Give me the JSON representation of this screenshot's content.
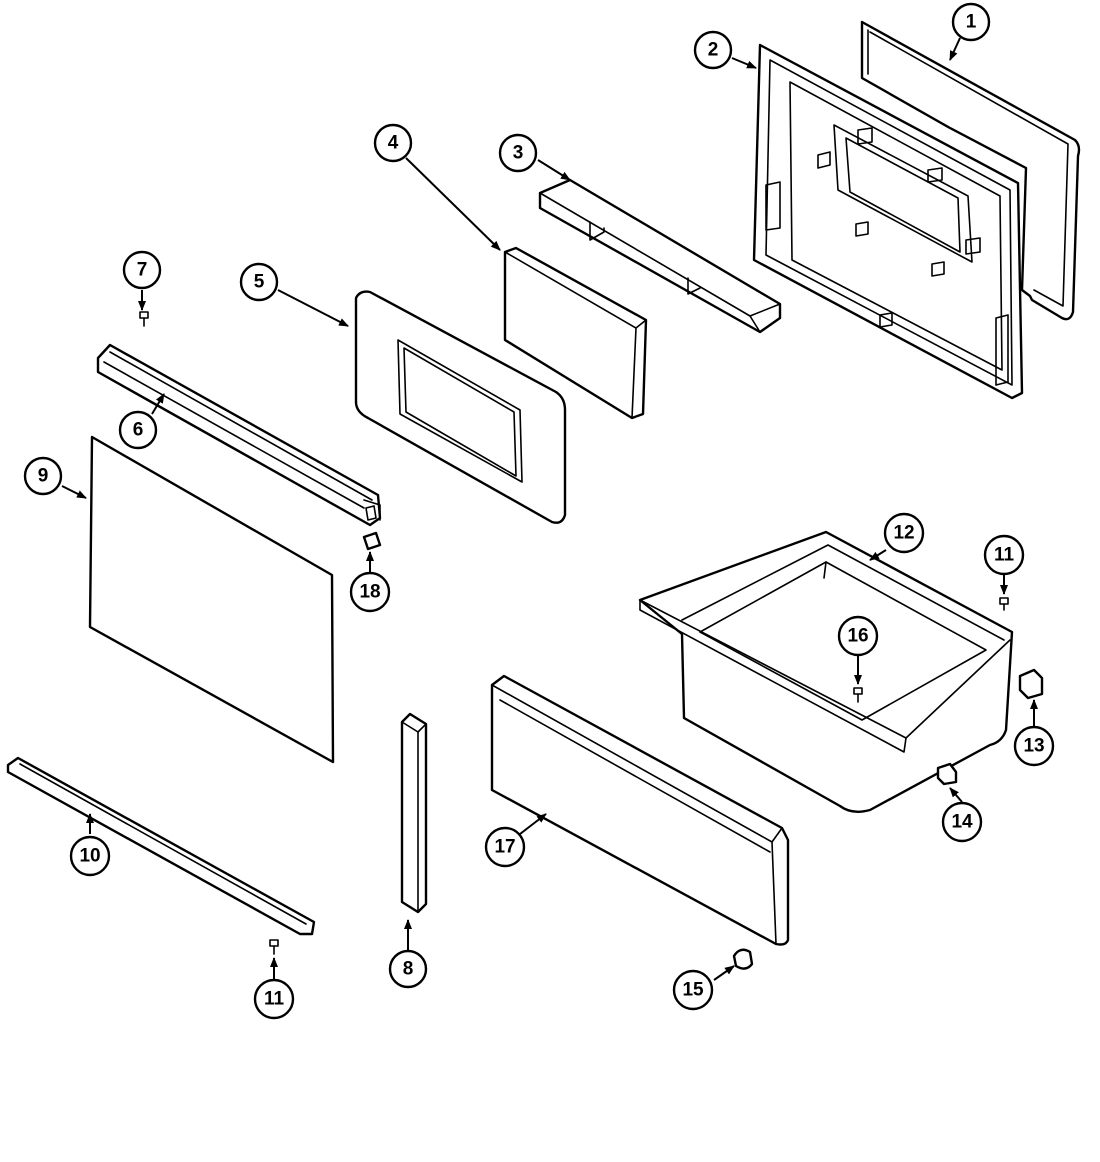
{
  "diagram": {
    "callouts": [
      {
        "id": "c1",
        "label": "1"
      },
      {
        "id": "c2",
        "label": "2"
      },
      {
        "id": "c3",
        "label": "3"
      },
      {
        "id": "c4",
        "label": "4"
      },
      {
        "id": "c5",
        "label": "5"
      },
      {
        "id": "c6",
        "label": "6"
      },
      {
        "id": "c7",
        "label": "7"
      },
      {
        "id": "c8",
        "label": "8"
      },
      {
        "id": "c9",
        "label": "9"
      },
      {
        "id": "c10",
        "label": "10"
      },
      {
        "id": "c11a",
        "label": "11"
      },
      {
        "id": "c11b",
        "label": "11"
      },
      {
        "id": "c12",
        "label": "12"
      },
      {
        "id": "c13",
        "label": "13"
      },
      {
        "id": "c14",
        "label": "14"
      },
      {
        "id": "c15",
        "label": "15"
      },
      {
        "id": "c16",
        "label": "16"
      },
      {
        "id": "c17",
        "label": "17"
      },
      {
        "id": "c18",
        "label": "18"
      }
    ]
  }
}
